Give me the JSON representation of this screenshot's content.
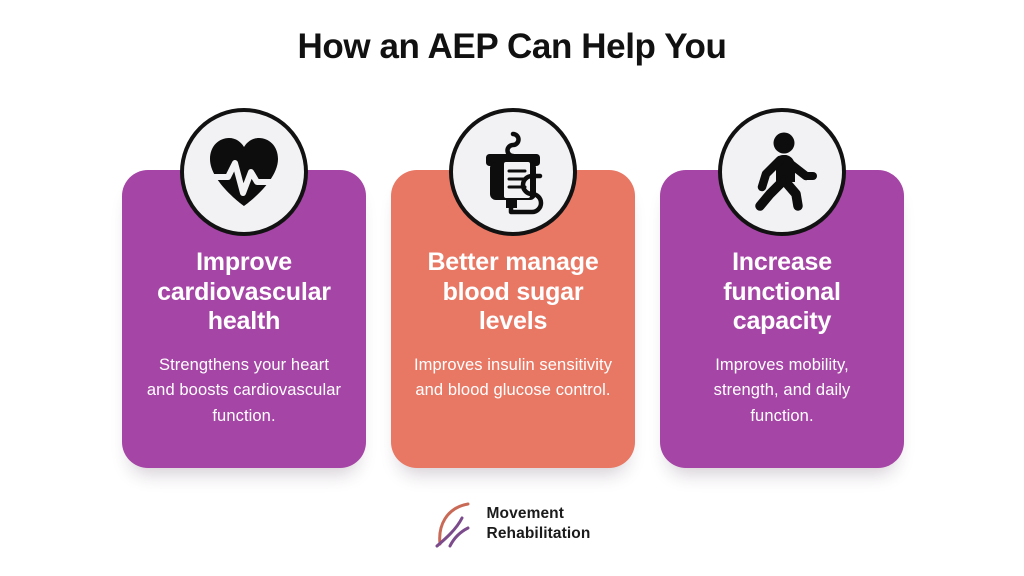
{
  "header": {
    "title": "How an AEP Can Help You"
  },
  "colors": {
    "background": "#ffffff",
    "purple": "#a545a5",
    "salmon": "#e87764",
    "title_text": "#111111",
    "card_text": "#ffffff",
    "badge_fill": "#f2f1f4",
    "badge_border": "#121212",
    "logo_arc_salmon": "#c96a57",
    "logo_arc_purple": "#7c4b8c",
    "logo_text": "#1b1b1b"
  },
  "cards": [
    {
      "icon": "heart-pulse-icon",
      "title": "Improve cardiovascular health",
      "description": "Strengthens your heart and boosts cardiovascular function.",
      "color": "#a545a5"
    },
    {
      "icon": "iv-blood-bag-icon",
      "title": "Better manage blood sugar levels",
      "description": "Improves insulin sensitivity and blood glucose control.",
      "color": "#e87764"
    },
    {
      "icon": "walking-person-icon",
      "title": "Increase functional capacity",
      "description": "Improves mobility, strength, and daily function.",
      "color": "#a545a5"
    }
  ],
  "footer": {
    "logo_mark": "movement-rehabilitation-swoosh-icon",
    "logo_line1": "Movement",
    "logo_line2": "Rehabilitation"
  }
}
